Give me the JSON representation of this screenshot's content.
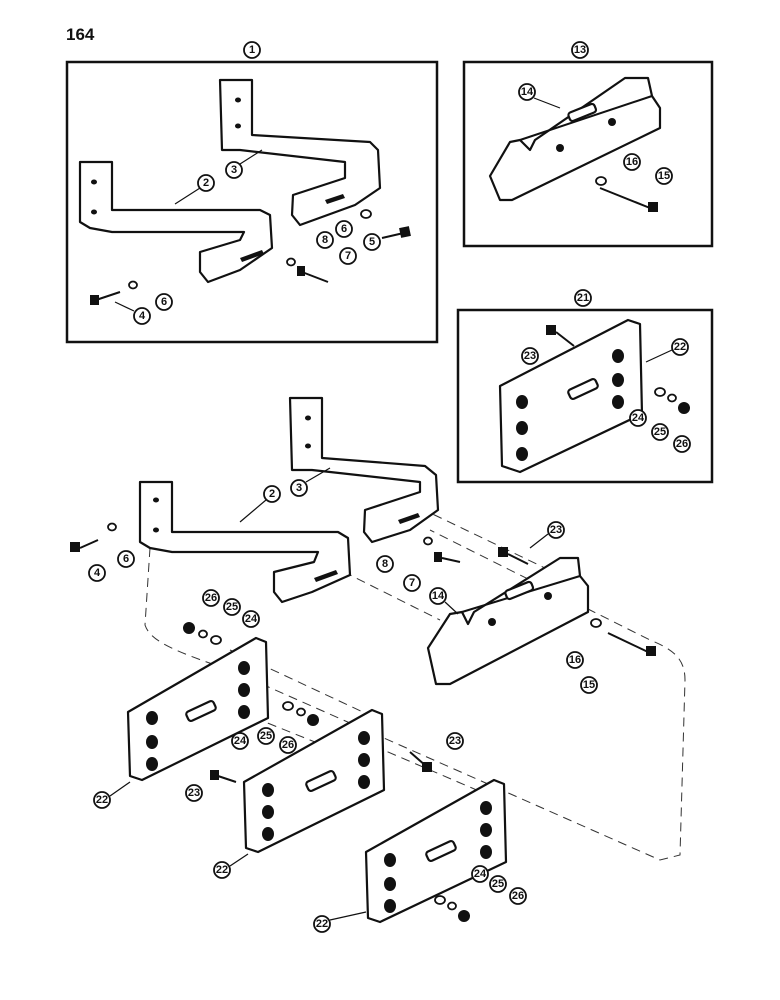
{
  "page_number": "164",
  "callouts": {
    "c1": "1",
    "c2": "2",
    "c3": "3",
    "c4": "4",
    "c5": "5",
    "c6": "6",
    "c7": "7",
    "c8": "8",
    "c13": "13",
    "c14": "14",
    "c15": "15",
    "c16": "16",
    "c21": "21",
    "c22": "22",
    "c23": "23",
    "c24": "24",
    "c25": "25",
    "c26": "26"
  }
}
